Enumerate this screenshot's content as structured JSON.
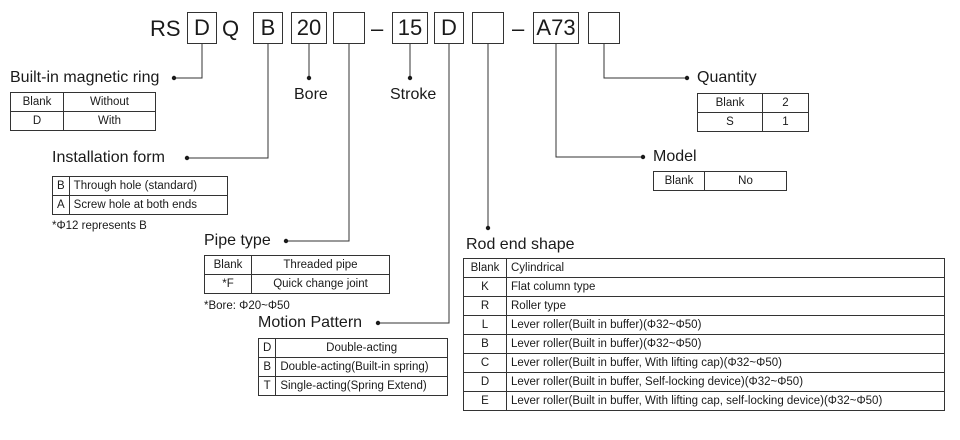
{
  "code": {
    "prefix": "RS",
    "boxes": [
      "D",
      "Q",
      "B",
      "20",
      "",
      "15",
      "D",
      "",
      "A73",
      ""
    ],
    "q_letter": "Q",
    "dashes": [
      "–",
      "–"
    ]
  },
  "bore_label": "Bore",
  "stroke_label": "Stroke",
  "magnetic_ring": {
    "title": "Built-in magnetic ring",
    "rows": [
      [
        "Blank",
        "Without"
      ],
      [
        "D",
        "With"
      ]
    ]
  },
  "installation_form": {
    "title": "Installation form",
    "rows": [
      [
        "B",
        "Through hole (standard)"
      ],
      [
        "A",
        "Screw hole at both ends"
      ]
    ],
    "note": "*Φ12 represents B"
  },
  "pipe_type": {
    "title": "Pipe type",
    "rows": [
      [
        "Blank",
        "Threaded pipe"
      ],
      [
        "*F",
        "Quick change joint"
      ]
    ],
    "note": "*Bore: Φ20~Φ50"
  },
  "motion_pattern": {
    "title": "Motion Pattern",
    "rows": [
      [
        "D",
        "Double-acting"
      ],
      [
        "B",
        "Double-acting(Built-in spring)"
      ],
      [
        "T",
        "Single-acting(Spring Extend)"
      ]
    ]
  },
  "quantity": {
    "title": "Quantity",
    "rows": [
      [
        "Blank",
        "2"
      ],
      [
        "S",
        "1"
      ]
    ]
  },
  "model": {
    "title": "Model",
    "rows": [
      [
        "Blank",
        "No"
      ]
    ]
  },
  "rod_end_shape": {
    "title": "Rod end shape",
    "rows": [
      [
        "Blank",
        "Cylindrical"
      ],
      [
        "K",
        "Flat column type"
      ],
      [
        "R",
        "Roller type"
      ],
      [
        "L",
        "Lever roller(Built in buffer)(Φ32~Φ50)"
      ],
      [
        "B",
        "Lever roller(Built in buffer)(Φ32~Φ50)"
      ],
      [
        "C",
        "Lever roller(Built in buffer, With lifting cap)(Φ32~Φ50)"
      ],
      [
        "D",
        "Lever roller(Built in buffer, Self-locking device)(Φ32~Φ50)"
      ],
      [
        "E",
        "Lever roller(Built in buffer, With lifting cap, self-locking device)(Φ32~Φ50)"
      ]
    ]
  }
}
